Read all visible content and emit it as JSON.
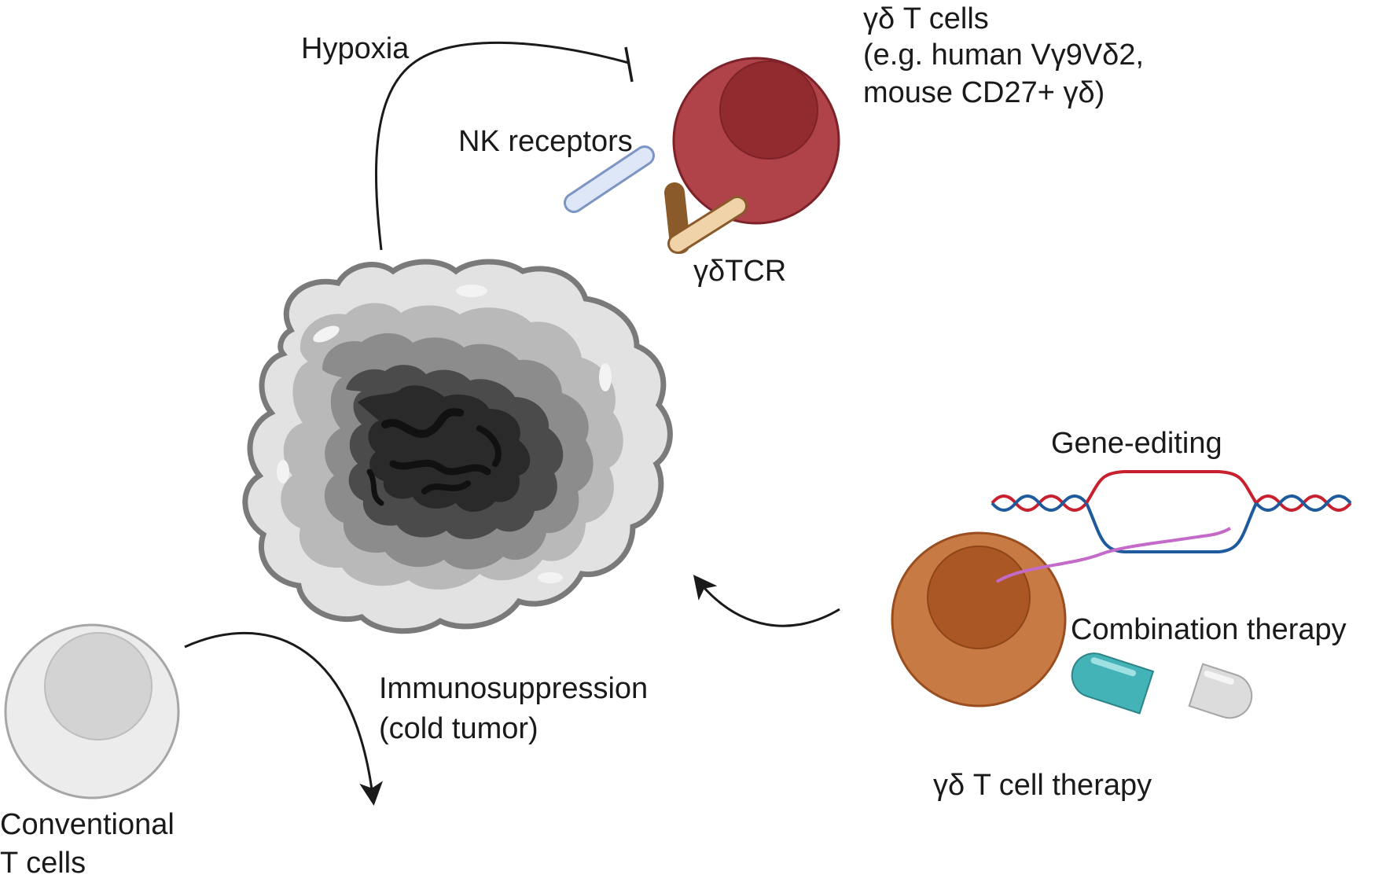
{
  "labels": {
    "hypoxia": "Hypoxia",
    "gd_t_cells": "γδ T cells",
    "gd_example_line1": "(e.g. human Vγ9Vδ2,",
    "gd_example_line2": "mouse CD27+ γδ)",
    "nk_receptors": "NK receptors",
    "gd_tcr": "γδTCR",
    "gene_editing": "Gene-editing",
    "combination_therapy": "Combination therapy",
    "gd_t_cell_therapy": "γδ T cell therapy",
    "immunosuppression_line1": "Immunosuppression",
    "immunosuppression_line2": "(cold tumor)",
    "conventional_line1": "Conventional",
    "conventional_line2": "T cells"
  },
  "colors": {
    "gd_cell_fill": "#b0434a",
    "gd_cell_nucleus": "#922b2f",
    "therapy_cell_fill": "#c87a45",
    "therapy_cell_nucleus": "#aa5725",
    "conventional_cell_fill": "#ececec",
    "conventional_cell_nucleus": "#d3d3d3",
    "nk_receptor": "#dde7f7",
    "gd_tcr": "#f0d3a8",
    "dna_red": "#c8202f",
    "dna_blue": "#1f5b9c",
    "guide_rna": "#c46ac8",
    "capsule_teal": "#43b3b8",
    "capsule_grey": "#dcdcdc",
    "text": "#1a1a1a"
  }
}
